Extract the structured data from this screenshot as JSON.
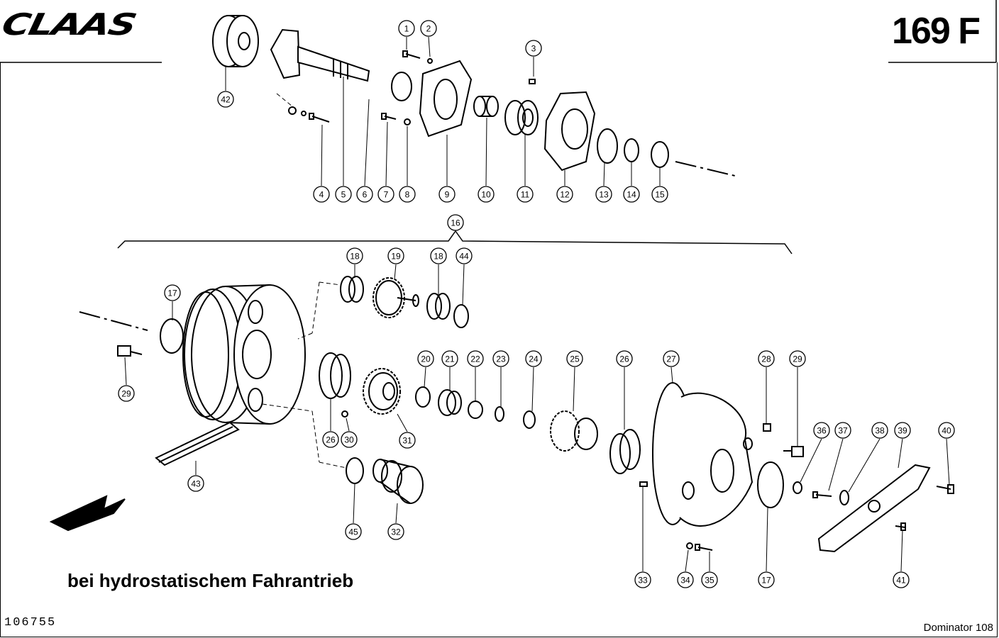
{
  "header": {
    "brand_logo_text": "CLAAS",
    "page_number": "169 F"
  },
  "footer": {
    "caption": "bei hydrostatischem Fahrantrieb",
    "drawing_number": "106755",
    "model": "Dominator 108"
  },
  "callouts": [
    {
      "n": "1"
    },
    {
      "n": "2"
    },
    {
      "n": "3"
    },
    {
      "n": "4"
    },
    {
      "n": "5"
    },
    {
      "n": "6"
    },
    {
      "n": "7"
    },
    {
      "n": "8"
    },
    {
      "n": "9"
    },
    {
      "n": "10"
    },
    {
      "n": "11"
    },
    {
      "n": "12"
    },
    {
      "n": "13"
    },
    {
      "n": "14"
    },
    {
      "n": "15"
    },
    {
      "n": "16"
    },
    {
      "n": "17"
    },
    {
      "n": "18"
    },
    {
      "n": "19"
    },
    {
      "n": "18"
    },
    {
      "n": "44"
    },
    {
      "n": "29"
    },
    {
      "n": "26"
    },
    {
      "n": "30"
    },
    {
      "n": "31"
    },
    {
      "n": "20"
    },
    {
      "n": "21"
    },
    {
      "n": "22"
    },
    {
      "n": "23"
    },
    {
      "n": "24"
    },
    {
      "n": "25"
    },
    {
      "n": "26"
    },
    {
      "n": "27"
    },
    {
      "n": "28"
    },
    {
      "n": "29"
    },
    {
      "n": "36"
    },
    {
      "n": "37"
    },
    {
      "n": "38"
    },
    {
      "n": "39"
    },
    {
      "n": "40"
    },
    {
      "n": "43"
    },
    {
      "n": "45"
    },
    {
      "n": "32"
    },
    {
      "n": "33"
    },
    {
      "n": "34"
    },
    {
      "n": "35"
    },
    {
      "n": "17"
    },
    {
      "n": "41"
    },
    {
      "n": "42"
    }
  ],
  "colors": {
    "ink": "#000000",
    "paper": "#ffffff"
  }
}
